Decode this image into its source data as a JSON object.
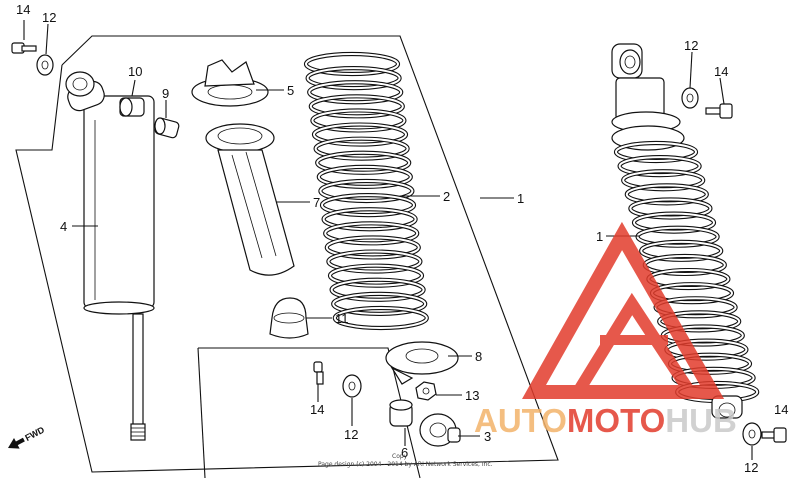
{
  "diagram": {
    "fwd_label": "FWD",
    "copyright_lines": [
      "Copy",
      "Page design (c) 2004 - 2014 by ARI Network Services, Inc."
    ],
    "callouts": [
      {
        "id": "c14a",
        "text": "14"
      },
      {
        "id": "c12a",
        "text": "12"
      },
      {
        "id": "c10",
        "text": "10"
      },
      {
        "id": "c9",
        "text": "9"
      },
      {
        "id": "c5",
        "text": "5"
      },
      {
        "id": "c7",
        "text": "7"
      },
      {
        "id": "c2",
        "text": "2"
      },
      {
        "id": "c1a",
        "text": "1"
      },
      {
        "id": "c4",
        "text": "4"
      },
      {
        "id": "c11",
        "text": "11"
      },
      {
        "id": "c8",
        "text": "8"
      },
      {
        "id": "c13",
        "text": "13"
      },
      {
        "id": "c3",
        "text": "3"
      },
      {
        "id": "c6",
        "text": "6"
      },
      {
        "id": "c14b",
        "text": "14"
      },
      {
        "id": "c12b",
        "text": "12"
      },
      {
        "id": "c12c",
        "text": "12"
      },
      {
        "id": "c14c",
        "text": "14"
      },
      {
        "id": "c1b",
        "text": "1"
      },
      {
        "id": "c14d",
        "text": "14"
      },
      {
        "id": "c12d",
        "text": "12"
      }
    ]
  },
  "watermark": {
    "text_part1": "AUTO",
    "text_part2": "MOTO",
    "text_part3": "HUB",
    "color_red": "#e23c2c",
    "color_orange": "#f3b36b",
    "color_gray": "#c9c9c9"
  }
}
